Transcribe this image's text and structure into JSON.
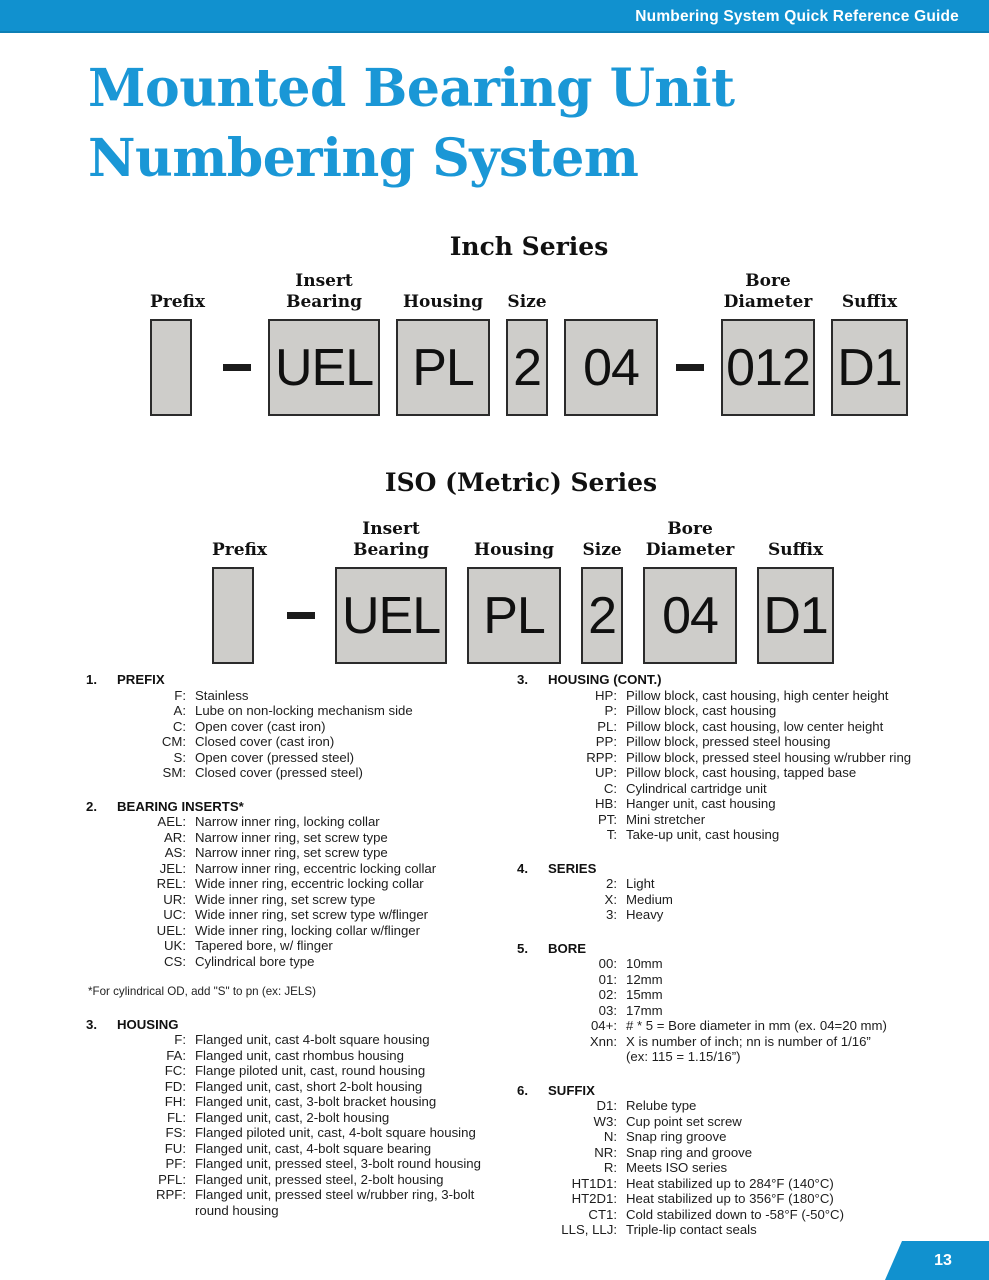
{
  "colors": {
    "accent": "#1191cf",
    "titleBlue": "#1a97d6",
    "boxFill": "#cecdca",
    "boxBorder": "#2b2b2b"
  },
  "header": {
    "title": "Numbering System Quick Reference Guide"
  },
  "title": {
    "line1": "Mounted Bearing Unit",
    "line2": "Numbering System"
  },
  "series": [
    {
      "title": "Inch Series",
      "items": [
        {
          "type": "box",
          "label": "Prefix",
          "value": "",
          "size": "xs"
        },
        {
          "type": "dash"
        },
        {
          "type": "box",
          "label": "Insert\nBearing",
          "value": "UEL",
          "size": "lg"
        },
        {
          "type": "box",
          "label": "Housing",
          "value": "PL",
          "size": "md"
        },
        {
          "type": "box",
          "label": "Size",
          "value": "2",
          "size": "xs"
        },
        {
          "type": "box",
          "label": "",
          "value": "04",
          "size": "md"
        },
        {
          "type": "dash"
        },
        {
          "type": "box",
          "label": "Bore\nDiameter",
          "value": "012",
          "size": "md"
        },
        {
          "type": "box",
          "label": "Suffix",
          "value": "D1",
          "size": "sm"
        }
      ]
    },
    {
      "title": "ISO (Metric) Series",
      "items": [
        {
          "type": "box",
          "label": "Prefix",
          "value": "",
          "size": "xs"
        },
        {
          "type": "dash"
        },
        {
          "type": "box",
          "label": "Insert\nBearing",
          "value": "UEL",
          "size": "lg"
        },
        {
          "type": "box",
          "label": "Housing",
          "value": "PL",
          "size": "md"
        },
        {
          "type": "box",
          "label": "Size",
          "value": "2",
          "size": "xs"
        },
        {
          "type": "box",
          "label": "Bore\nDiameter",
          "value": "04",
          "size": "md"
        },
        {
          "type": "box",
          "label": "Suffix",
          "value": "D1",
          "size": "sm"
        }
      ]
    }
  ],
  "columns": [
    {
      "blocks": [
        {
          "type": "section",
          "num": "1.",
          "title": "PREFIX",
          "items": [
            {
              "code": "F:",
              "desc": "Stainless"
            },
            {
              "code": "A:",
              "desc": "Lube on non-locking mechanism side"
            },
            {
              "code": "C:",
              "desc": "Open cover (cast iron)"
            },
            {
              "code": "CM:",
              "desc": "Closed cover (cast iron)"
            },
            {
              "code": "S:",
              "desc": "Open cover (pressed steel)"
            },
            {
              "code": "SM:",
              "desc": "Closed cover (pressed steel)"
            }
          ]
        },
        {
          "type": "section",
          "num": "2.",
          "title": "BEARING INSERTS*",
          "items": [
            {
              "code": "AEL:",
              "desc": "Narrow inner ring, locking collar"
            },
            {
              "code": "AR:",
              "desc": "Narrow inner ring, set screw type"
            },
            {
              "code": "AS:",
              "desc": "Narrow inner ring, set screw type"
            },
            {
              "code": "JEL:",
              "desc": "Narrow inner ring, eccentric locking collar"
            },
            {
              "code": "REL:",
              "desc": "Wide inner ring, eccentric locking collar"
            },
            {
              "code": "UR:",
              "desc": "Wide inner ring, set screw type"
            },
            {
              "code": "UC:",
              "desc": "Wide inner ring, set screw type w/flinger"
            },
            {
              "code": "UEL:",
              "desc": "Wide inner ring, locking collar w/flinger"
            },
            {
              "code": "UK:",
              "desc": "Tapered bore,  w/ flinger"
            },
            {
              "code": "CS:",
              "desc": "Cylindrical bore type"
            }
          ]
        },
        {
          "type": "note",
          "text": "*For cylindrical OD, add \"S\" to pn (ex: JELS)"
        },
        {
          "type": "section",
          "num": "3.",
          "title": "HOUSING",
          "items": [
            {
              "code": "F:",
              "desc": "Flanged unit, cast 4-bolt square housing"
            },
            {
              "code": "FA:",
              "desc": "Flanged unit, cast rhombus housing"
            },
            {
              "code": "FC:",
              "desc": "Flange piloted unit, cast, round housing"
            },
            {
              "code": "FD:",
              "desc": "Flanged unit, cast, short 2-bolt housing"
            },
            {
              "code": "FH:",
              "desc": "Flanged unit, cast, 3-bolt bracket housing"
            },
            {
              "code": "FL:",
              "desc": "Flanged unit, cast, 2-bolt housing"
            },
            {
              "code": "FS:",
              "desc": "Flanged piloted unit, cast, 4-bolt square housing"
            },
            {
              "code": "FU:",
              "desc": "Flanged unit, cast, 4-bolt square bearing"
            },
            {
              "code": "PF:",
              "desc": "Flanged unit, pressed steel, 3-bolt round housing"
            },
            {
              "code": "PFL:",
              "desc": "Flanged unit, pressed steel, 2-bolt housing"
            },
            {
              "code": "RPF:",
              "desc": "Flanged unit, pressed steel w/rubber ring, 3-bolt\nround housing"
            }
          ]
        }
      ]
    },
    {
      "blocks": [
        {
          "type": "section",
          "num": "3.",
          "title": "HOUSING (CONT.)",
          "items": [
            {
              "code": "HP:",
              "desc": "Pillow block, cast housing, high center height"
            },
            {
              "code": "P:",
              "desc": "Pillow block, cast housing"
            },
            {
              "code": "PL:",
              "desc": "Pillow block, cast housing, low center height"
            },
            {
              "code": "PP:",
              "desc": "Pillow block, pressed steel housing"
            },
            {
              "code": "RPP:",
              "desc": "Pillow block, pressed steel housing w/rubber ring"
            },
            {
              "code": "UP:",
              "desc": "Pillow block, cast housing, tapped base"
            },
            {
              "code": "C:",
              "desc": "Cylindrical cartridge unit"
            },
            {
              "code": "HB:",
              "desc": "Hanger unit, cast housing"
            },
            {
              "code": "PT:",
              "desc": "Mini stretcher"
            },
            {
              "code": "T:",
              "desc": "Take-up unit, cast housing"
            }
          ]
        },
        {
          "type": "section",
          "num": "4.",
          "title": "SERIES",
          "items": [
            {
              "code": "2:",
              "desc": "Light"
            },
            {
              "code": "X:",
              "desc": "Medium"
            },
            {
              "code": "3:",
              "desc": "Heavy"
            }
          ]
        },
        {
          "type": "section",
          "num": "5.",
          "title": "BORE",
          "items": [
            {
              "code": "00:",
              "desc": "10mm"
            },
            {
              "code": "01:",
              "desc": "12mm"
            },
            {
              "code": "02:",
              "desc": "15mm"
            },
            {
              "code": "03:",
              "desc": "17mm"
            },
            {
              "code": "04+:",
              "desc": "# * 5 = Bore diameter in mm (ex. 04=20 mm)"
            },
            {
              "code": "Xnn:",
              "desc": "X is number of inch; nn is number of 1/16”\n(ex: 115 = 1.15/16”)"
            }
          ]
        },
        {
          "type": "section",
          "num": "6.",
          "title": "SUFFIX",
          "items": [
            {
              "code": "D1:",
              "desc": "Relube type"
            },
            {
              "code": "W3:",
              "desc": "Cup point set screw"
            },
            {
              "code": "N:",
              "desc": "Snap ring groove"
            },
            {
              "code": "NR:",
              "desc": "Snap ring and groove"
            },
            {
              "code": "R:",
              "desc": "Meets ISO series"
            },
            {
              "code": "HT1D1:",
              "desc": "Heat stabilized up to 284°F (140°C)"
            },
            {
              "code": "HT2D1:",
              "desc": "Heat stabilized up to 356°F (180°C)"
            },
            {
              "code": "CT1:",
              "desc": "Cold stabilized down to -58°F (-50°C)"
            },
            {
              "code": "LLS, LLJ:",
              "desc": "Triple-lip contact seals"
            }
          ]
        }
      ]
    }
  ],
  "footer": {
    "page_number": "13"
  }
}
